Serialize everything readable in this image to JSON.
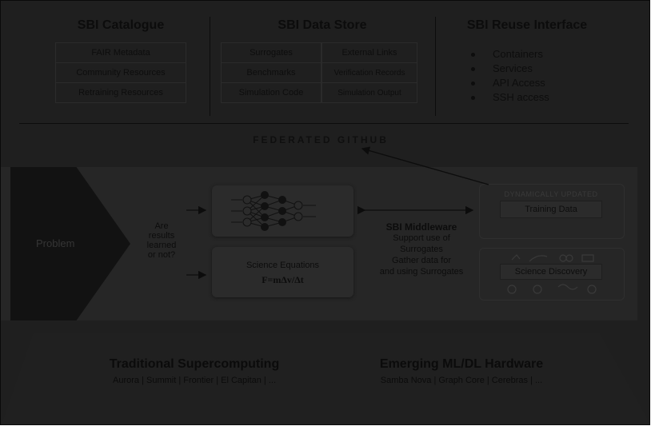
{
  "catalogue": {
    "title": "SBI Catalogue",
    "items": [
      "FAIR Metadata",
      "Community Resources",
      "Retraining Resources"
    ]
  },
  "datastore": {
    "title": "SBI Data Store",
    "items": [
      "Surrogates",
      "External Links",
      "Benchmarks",
      "Verification Records",
      "Simulation Code",
      "Simulation Output"
    ]
  },
  "reuse": {
    "title": "SBI Reuse Interface",
    "items": [
      "Containers",
      "Services",
      "API Access",
      "SSH access"
    ]
  },
  "federated": "FEDERATED GITHUB",
  "problem": "Problem",
  "question": [
    "Are",
    "results",
    "learned",
    "or not?"
  ],
  "science": {
    "title": "Science Equations",
    "equation": "F=mΔv/Δt"
  },
  "middleware": {
    "title": "SBI Middleware",
    "lines": [
      "Support use of",
      "Surrogates",
      "Gather data for",
      "and using Surrogates"
    ]
  },
  "training": {
    "banner": "DYNAMICALLY UPDATED",
    "label": "Training Data"
  },
  "discovery": {
    "label": "Science Discovery"
  },
  "traditional": {
    "title": "Traditional Supercomputing",
    "subtitle": "Aurora | Summit | Frontier | El Capitan | ..."
  },
  "emerging": {
    "title": "Emerging ML/DL Hardware",
    "subtitle": "Samba Nova | Graph Core | Cerebras | ..."
  }
}
